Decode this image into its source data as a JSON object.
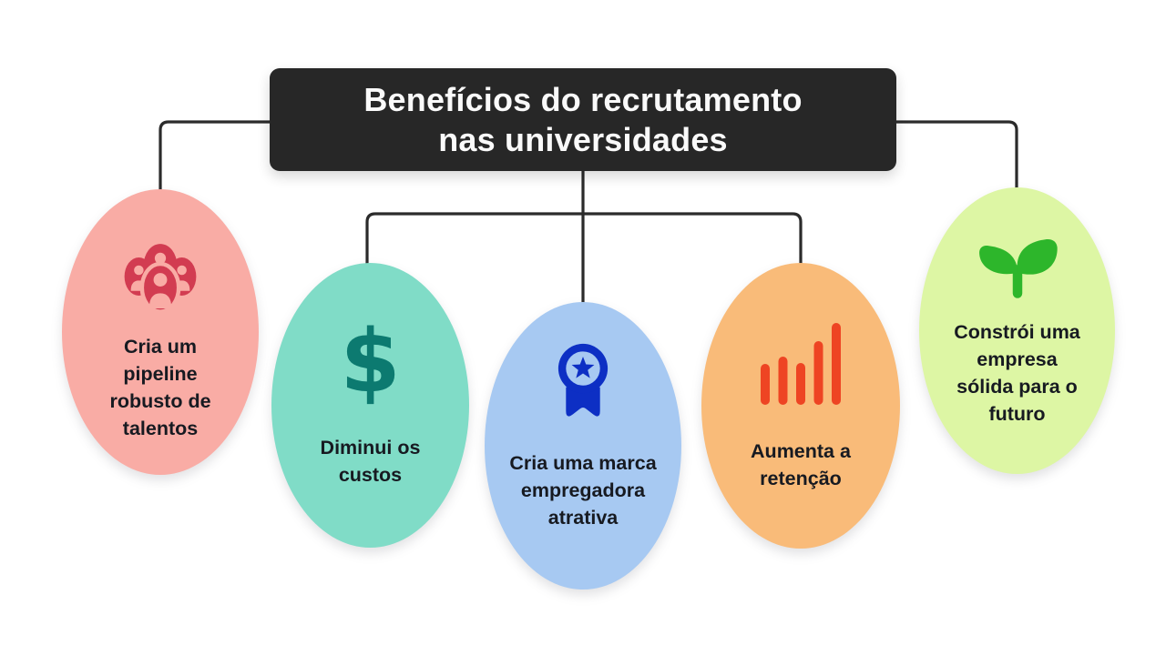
{
  "title": "Benefícios do recrutamento\nnas universidades",
  "nodes": [
    {
      "id": "pipeline",
      "label": "Cria um\npipeline\nrobusto de\ntalentos",
      "icon": "people-group-icon",
      "bg": "#F9ACA5",
      "icon_color": "#D23C51"
    },
    {
      "id": "custos",
      "label": "Diminui os\ncustos",
      "icon": "dollar-sign-icon",
      "glyph": "$",
      "bg": "#80DCC7",
      "icon_color": "#0C7A70"
    },
    {
      "id": "marca",
      "label": "Cria uma marca\nempregadora\natrativa",
      "icon": "award-badge-icon",
      "bg": "#A7C9F2",
      "icon_color": "#0D2FC4"
    },
    {
      "id": "retencao",
      "label": "Aumenta a\nretenção",
      "icon": "bar-chart-icon",
      "bg": "#F9BB79",
      "icon_color": "#EE4423"
    },
    {
      "id": "futuro",
      "label": "Constrói uma\nempresa\nsólida para o\nfuturo",
      "icon": "seedling-icon",
      "bg": "#DDF6A4",
      "icon_color": "#2DB62B"
    }
  ],
  "colors": {
    "page_bg": "#FFFFFF",
    "title_bg": "#272727",
    "title_text": "#FAFAFA",
    "connector": "#2B2B2B",
    "label_text": "#171A21"
  }
}
